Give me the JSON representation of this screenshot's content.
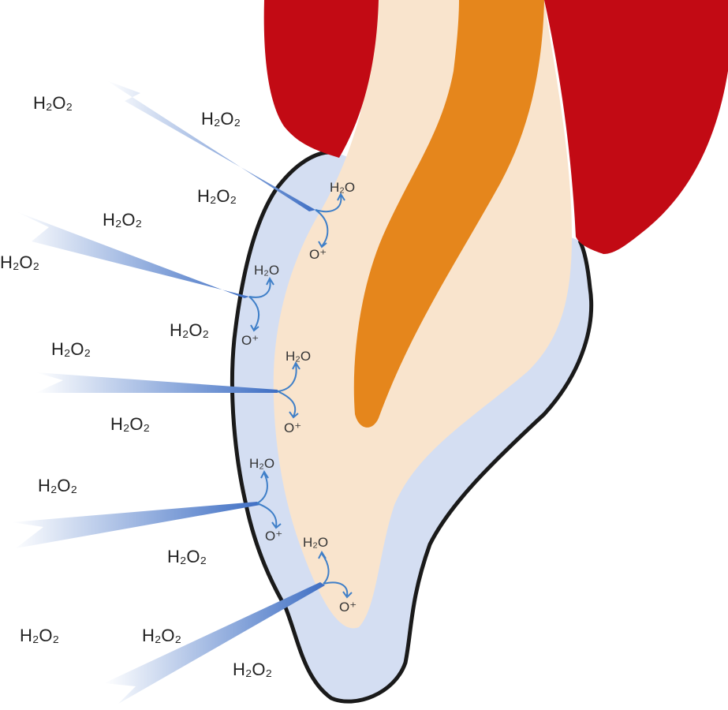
{
  "title": "Tooth bleaching diagram",
  "colors": {
    "gum": "#c20a14",
    "enamel": "#d4def2",
    "dentin": "#f9e4cd",
    "pulp": "#e5861c",
    "outline": "#1a1a1a",
    "light_beam": "#3f6fc4",
    "arrow": "#3f7fc8"
  },
  "peroxide_labels": [
    "H₂O₂",
    "H₂O₂",
    "H₂O₂",
    "H₂O₂",
    "H₂O₂",
    "H₂O₂",
    "H₂O₂",
    "H₂O₂",
    "H₂O₂",
    "H₂O₂",
    "H₂O₂",
    "H₂O₂",
    "H₂O₂"
  ],
  "reactions": [
    {
      "water": "H₂O",
      "ion": "O⁺"
    },
    {
      "water": "H₂O",
      "ion": "O⁺"
    },
    {
      "water": "H₂O",
      "ion": "O⁺"
    },
    {
      "water": "H₂O",
      "ion": "O⁺"
    },
    {
      "water": "H₂O",
      "ion": "O⁺"
    }
  ]
}
